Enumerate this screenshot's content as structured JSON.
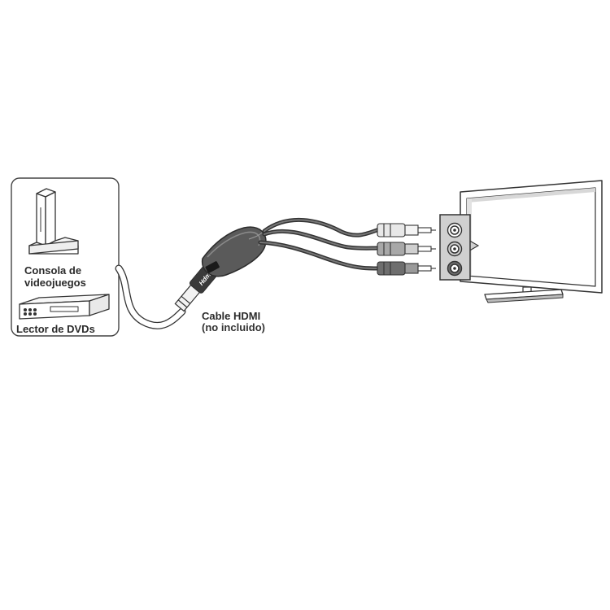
{
  "labels": {
    "console_line1": "Consola de",
    "console_line2": "videojuegos",
    "dvd": "Lector de DVDs",
    "cable_line1": "Cable HDMI",
    "cable_line2": "(no incluido)"
  },
  "icons": {
    "console": "game-console-icon",
    "dvd": "dvd-player-icon",
    "hdmi_plug": "hdmi-plug-icon",
    "adapter": "hdmi-to-rca-adapter-icon",
    "rca_plugs": "rca-plug-icon",
    "tv": "flat-screen-tv-icon"
  },
  "colors": {
    "line": "#333333",
    "adapter_body": "#5a5a5a",
    "rca_white": "#e8e8e8",
    "rca_gray": "#a8a8a8",
    "rca_dark": "#6e6e6e",
    "panel_bg": "#d0d0d0"
  }
}
